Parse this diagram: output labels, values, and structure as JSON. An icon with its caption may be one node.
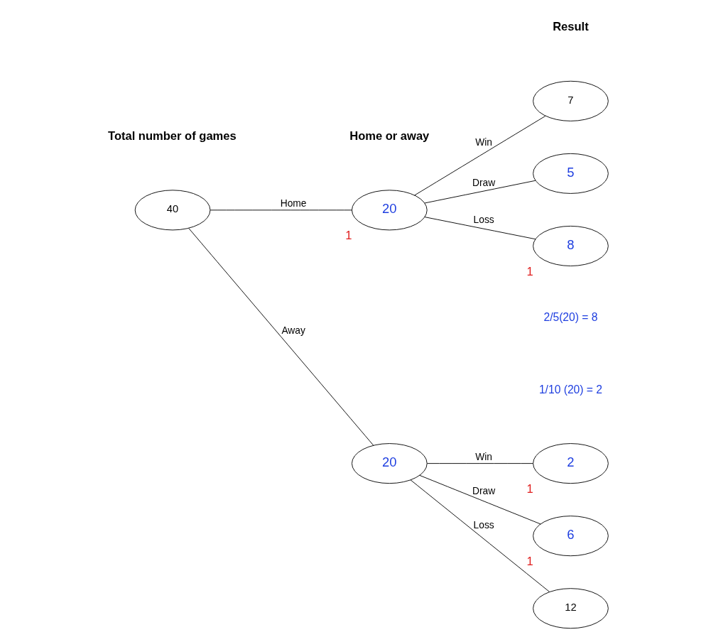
{
  "diagram": {
    "nodes": [
      {
        "text": [
          "40"
        ]
      },
      {
        "text": [
          "20"
        ],
        "beside": [
          "1"
        ]
      },
      {
        "text": [
          "20"
        ]
      },
      {
        "text": [
          "7"
        ]
      },
      {
        "text": [
          "5"
        ]
      },
      {
        "text": [
          "8"
        ],
        "beside": [
          "1"
        ]
      },
      {
        "text": [
          "2"
        ],
        "beside": [
          "1"
        ]
      },
      {
        "text": [
          "6"
        ],
        "beside": [
          "1"
        ]
      },
      {
        "text": [
          "12"
        ]
      }
    ],
    "edges": [
      {
        "from": 0,
        "to": 1,
        "arrow": "none",
        "label": "Home"
      },
      {
        "from": 0,
        "to": 2,
        "arrow": "none",
        "label": "Away"
      },
      {
        "from": 1,
        "to": 3,
        "arrow": "none",
        "label": "Win"
      },
      {
        "from": 1,
        "to": 4,
        "arrow": "none",
        "label": "Draw"
      },
      {
        "from": 1,
        "to": 5,
        "arrow": "none",
        "label": "Loss"
      },
      {
        "from": 2,
        "to": 6,
        "arrow": "none",
        "label": "Win"
      },
      {
        "from": 2,
        "to": 7,
        "arrow": "none",
        "label": "Draw"
      },
      {
        "from": 2,
        "to": 8,
        "arrow": "none",
        "label": "Loss"
      }
    ],
    "labels": [
      "Total number of games",
      "Home or away",
      "Result",
      "2/5(20) = 8",
      "1/10 (20) = 2"
    ]
  }
}
